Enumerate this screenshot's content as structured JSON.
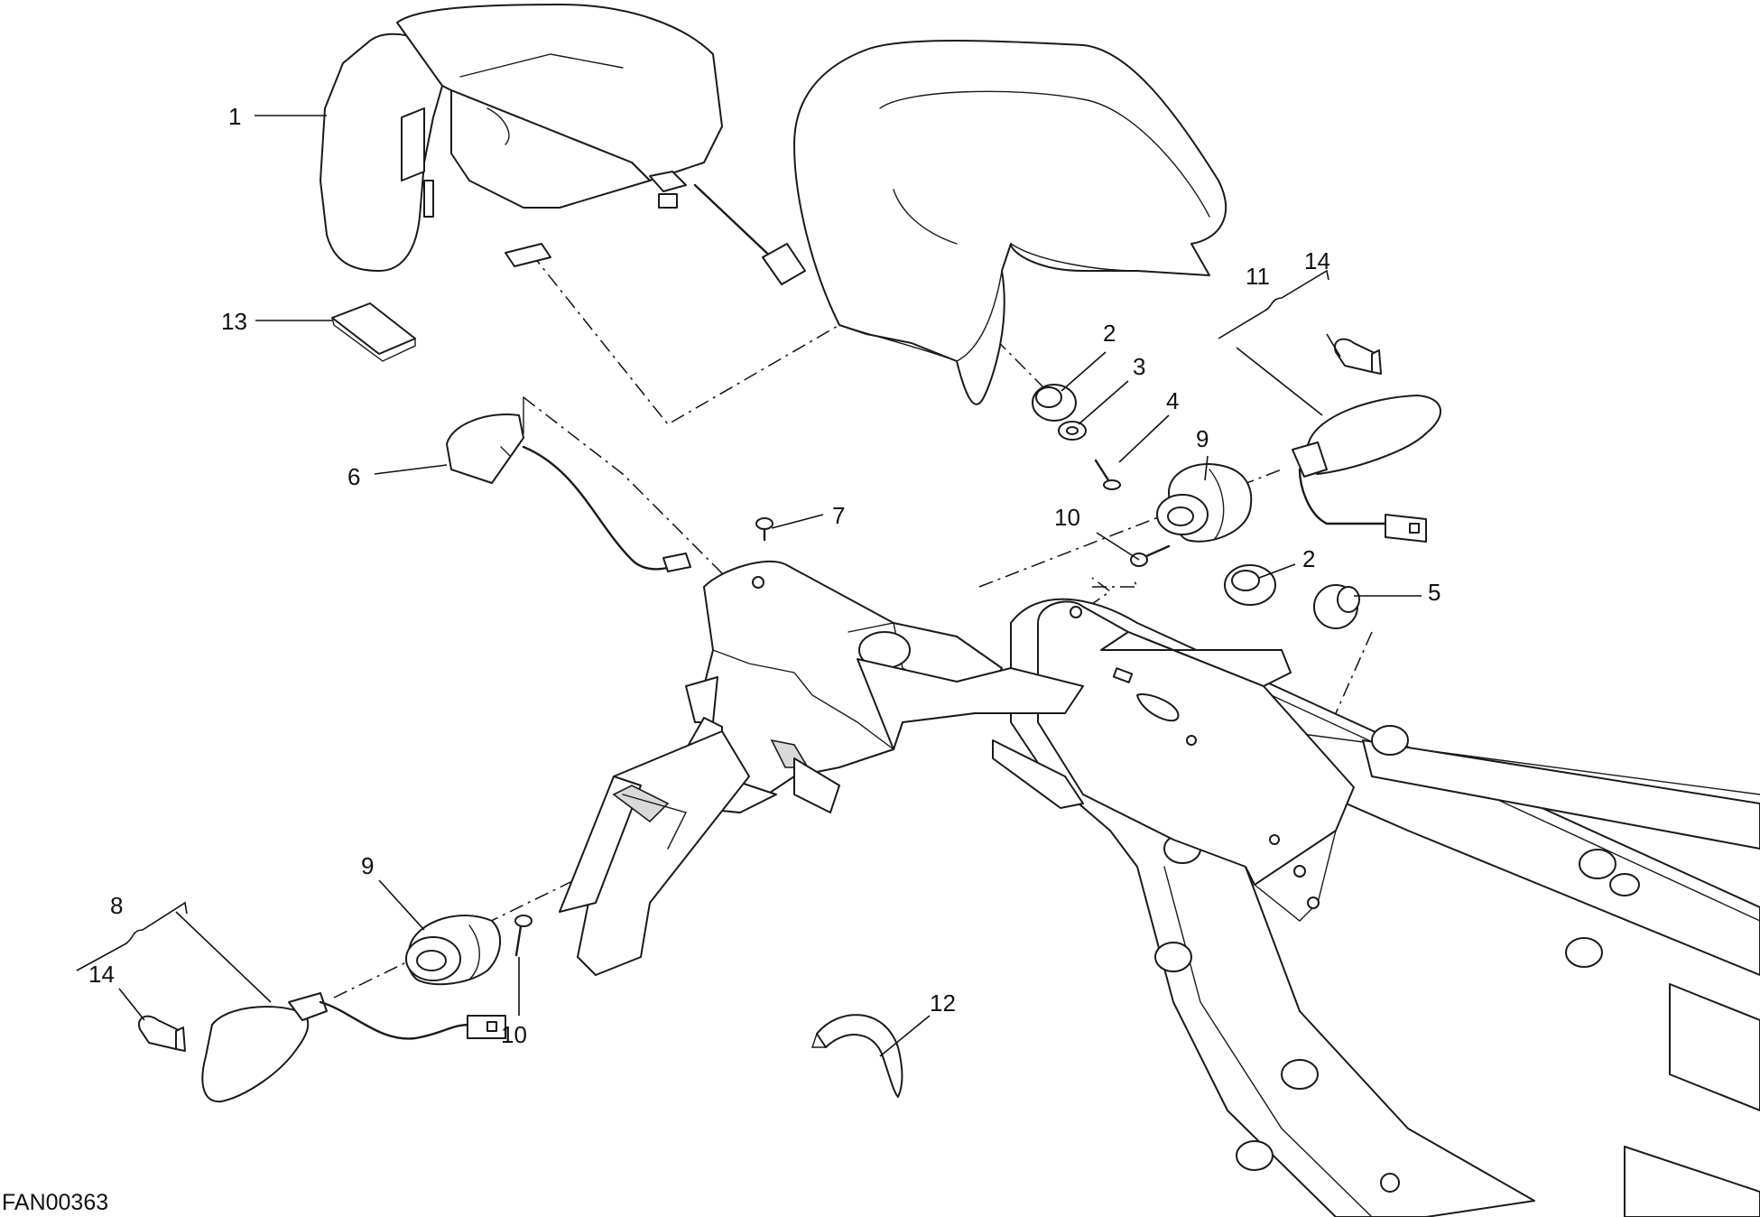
{
  "diagram": {
    "drawing_code": "FAN00363",
    "callouts": [
      {
        "id": "c1",
        "label": "1"
      },
      {
        "id": "c13",
        "label": "13"
      },
      {
        "id": "c6",
        "label": "6"
      },
      {
        "id": "c7",
        "label": "7"
      },
      {
        "id": "c2a",
        "label": "2"
      },
      {
        "id": "c3",
        "label": "3"
      },
      {
        "id": "c4",
        "label": "4"
      },
      {
        "id": "c11",
        "label": "11"
      },
      {
        "id": "c14a",
        "label": "14"
      },
      {
        "id": "c9a",
        "label": "9"
      },
      {
        "id": "c10a",
        "label": "10"
      },
      {
        "id": "c2b",
        "label": "2"
      },
      {
        "id": "c5",
        "label": "5"
      },
      {
        "id": "c8",
        "label": "8"
      },
      {
        "id": "c14b",
        "label": "14"
      },
      {
        "id": "c9b",
        "label": "9"
      },
      {
        "id": "c10b",
        "label": "10"
      },
      {
        "id": "c12",
        "label": "12"
      }
    ]
  }
}
